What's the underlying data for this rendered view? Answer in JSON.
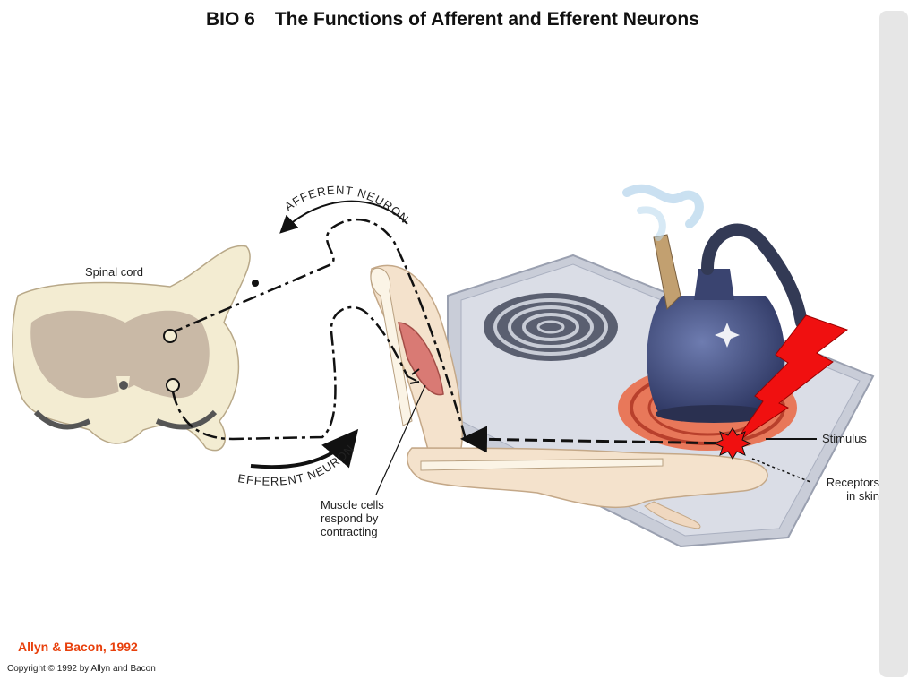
{
  "title": {
    "code": "BIO 6",
    "text": "The Functions of Afferent and Efferent Neurons"
  },
  "labels": {
    "spinal_cord": "Spinal cord",
    "afferent": "AFFERENT NEURON",
    "efferent": "EFFERENT NEURON",
    "muscle_line1": "Muscle cells",
    "muscle_line2": "respond by",
    "muscle_line3": "contracting",
    "stimulus": "Stimulus",
    "receptors_line1": "Receptors",
    "receptors_line2": "in skin"
  },
  "credits": {
    "publisher": "Allyn & Bacon, 1992",
    "copyright": "Copyright © 1992 by Allyn and Bacon"
  },
  "colors": {
    "accent_red": "#e8400c",
    "lightning": "#f01010",
    "kettle": "#3d4a78",
    "burner_hot": "#e8785a",
    "stove": "#c9cdd8",
    "cord_outer": "#f3ecd2",
    "cord_gray": "#c9b9a6"
  }
}
